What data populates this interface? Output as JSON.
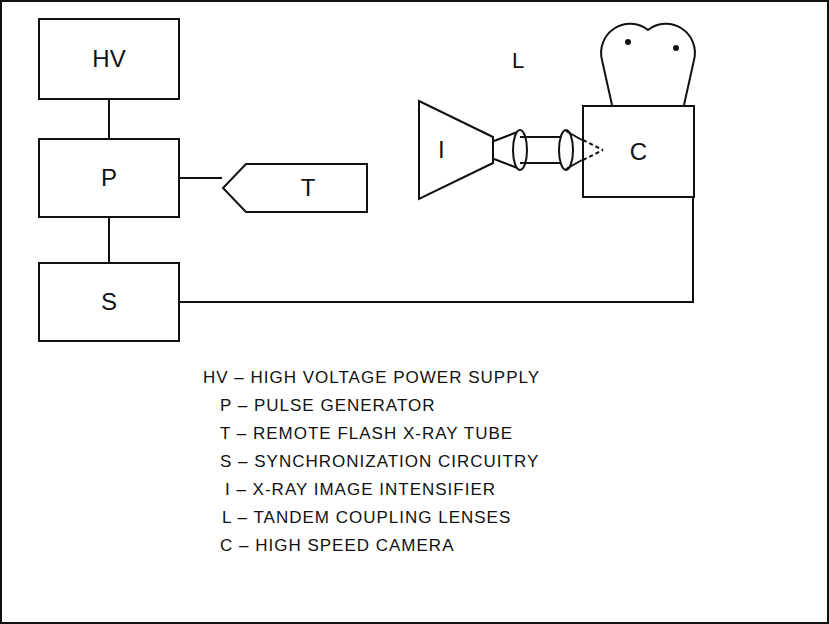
{
  "diagram": {
    "nodes": [
      {
        "text": [
          "HV"
        ]
      },
      {
        "text": [
          "P"
        ]
      },
      {
        "text": [
          "T"
        ]
      },
      {
        "text": [
          "S"
        ]
      },
      {
        "text": [
          "I"
        ]
      },
      {
        "text": [
          "C"
        ]
      }
    ],
    "edges": [
      {
        "from": 0,
        "to": 1,
        "arrow": "none"
      },
      {
        "from": 1,
        "to": 2,
        "arrow": "none"
      },
      {
        "from": 1,
        "to": 3,
        "arrow": "none"
      },
      {
        "from": 3,
        "to": 5,
        "arrow": "none"
      }
    ],
    "labels": [
      "L",
      "HV – HIGH VOLTAGE POWER SUPPLY",
      "P – PULSE GENERATOR",
      "T – REMOTE FLASH X-RAY TUBE",
      "S – SYNCHRONIZATION CIRCUITRY",
      "I – X-RAY IMAGE INTENSIFIER",
      "L – TANDEM COUPLING LENSES",
      "C – HIGH SPEED CAMERA"
    ]
  }
}
